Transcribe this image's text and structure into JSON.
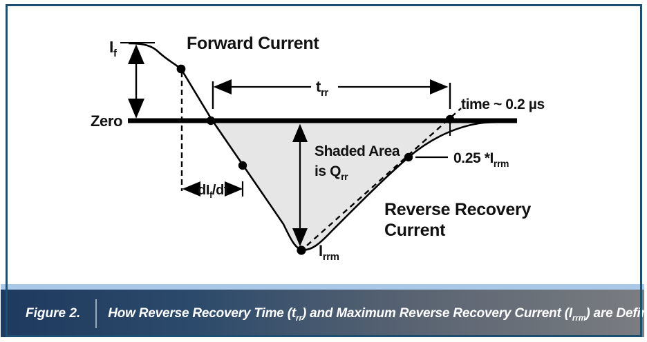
{
  "colors": {
    "frame_border": "#1d4f70",
    "accent_strip": "#aac9e8",
    "caption_gradient_left": "#1e3a5e",
    "caption_gradient_right": "#7a7d81",
    "shaded_area": "#e6e6e6",
    "line": "#000000",
    "caption_text": "#ffffff"
  },
  "diagram": {
    "forward_current_label": "Forward Current",
    "reverse_recovery_label_line1": "Reverse Recovery",
    "reverse_recovery_label_line2": "Current",
    "zero_label": "Zero",
    "if_label": {
      "main": "I",
      "sub": "f"
    },
    "trr_label": {
      "main": "t",
      "sub": "rr"
    },
    "time_label": "time ~ 0.2 µs",
    "shaded_area_line1": "Shaded Area",
    "shaded_area_line2": {
      "main": "is Q",
      "sub": "rr"
    },
    "irrm_label": {
      "main": "I",
      "sub": "rrm"
    },
    "quarter_irrm_label": {
      "main": "0.25 *I",
      "sub": "rrm"
    },
    "didt_label": {
      "pre": "dI",
      "sub": "f",
      "post": "/dt"
    }
  },
  "caption": {
    "figure_label": "Figure 2.",
    "text_pre": "How Reverse Recovery Time (t",
    "text_sub1": "rr",
    "text_mid": ") and Maximum Reverse Recovery Current (I",
    "text_sub2": "rrm",
    "text_post": ") are Defined"
  }
}
